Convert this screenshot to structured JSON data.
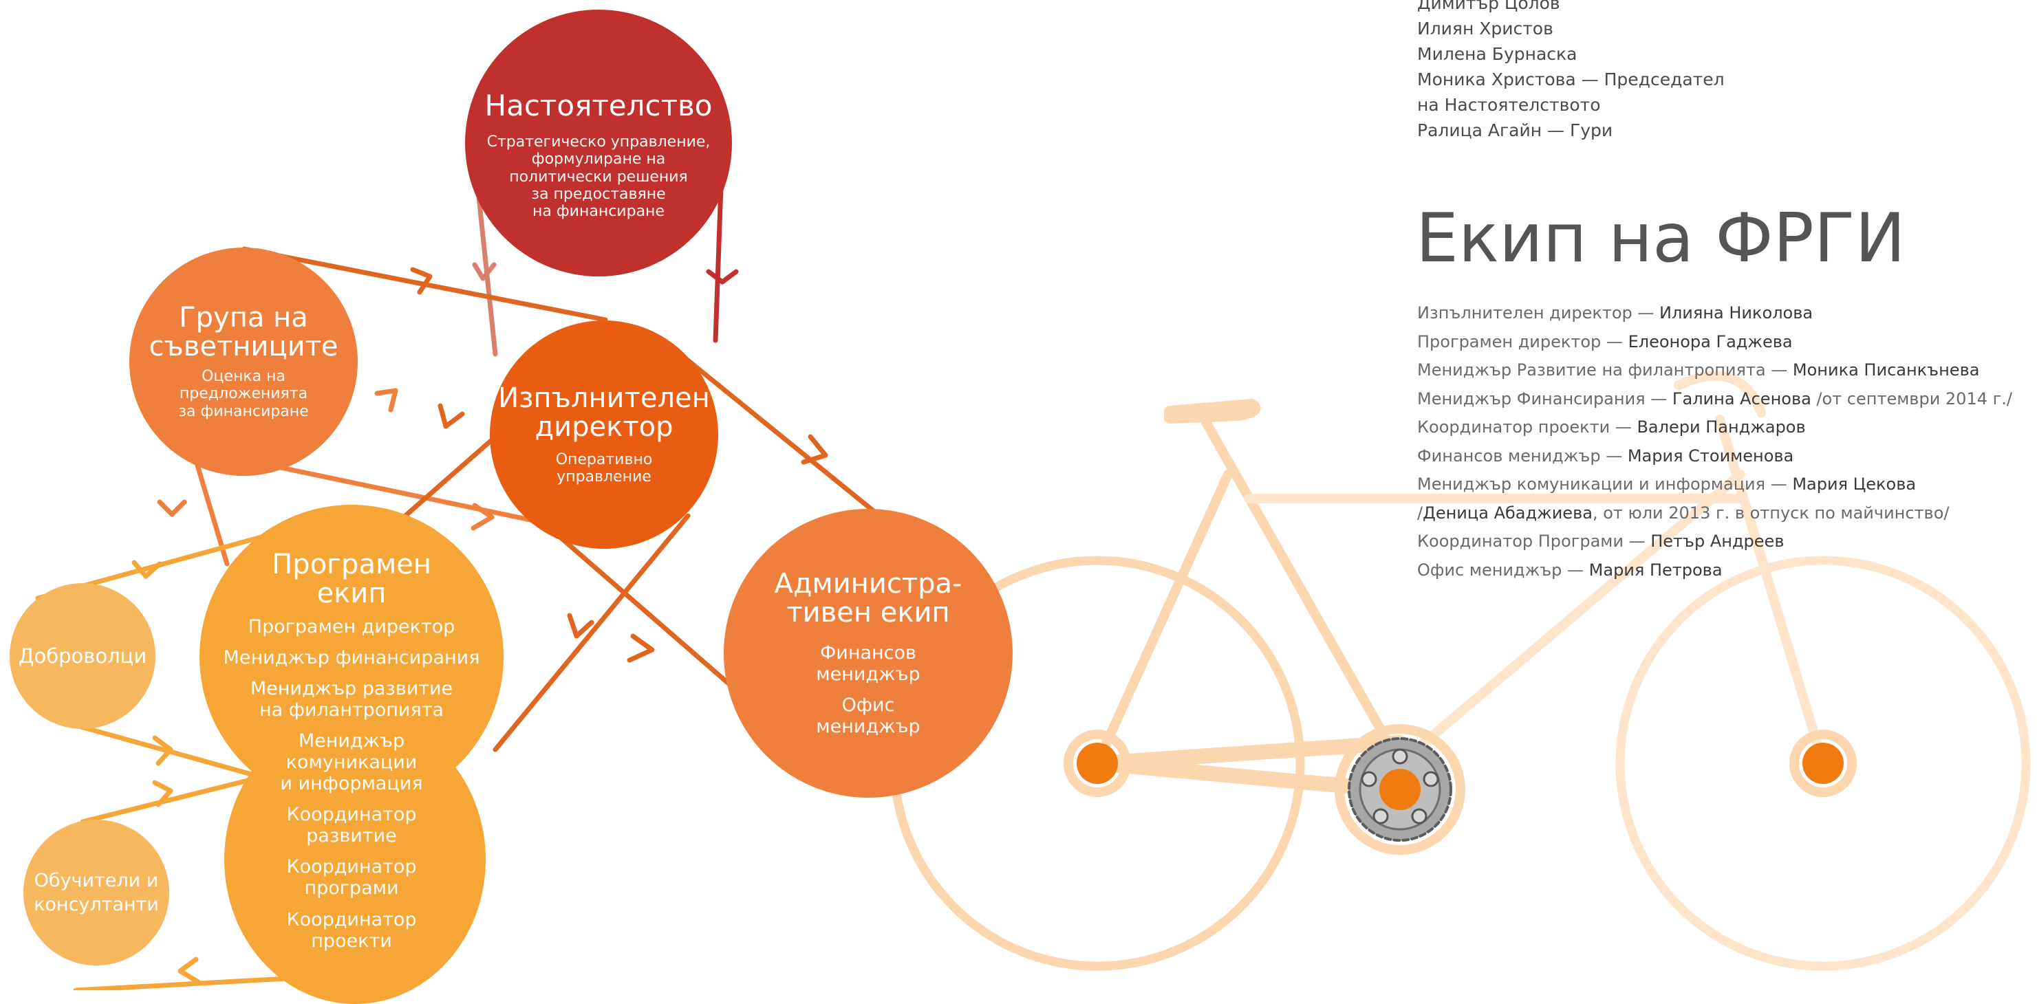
{
  "board_members": [
    "Димитър Цолов",
    "Илиян Христов",
    "Милена Бурнаска",
    "Моника Христова — Председател",
    "на Настоятелството",
    "Ралица Агайн — Гури"
  ],
  "team_title": "Екип на ФРГИ",
  "team": [
    {
      "role": "Изпълнителен директор — ",
      "name": "Илияна Николова",
      "extra": ""
    },
    {
      "role": "Програмен директор — ",
      "name": "Елеонора Гаджева",
      "extra": ""
    },
    {
      "role": "Мениджър Развитие на филантропията — ",
      "name": "Моника Писанкънева",
      "extra": ""
    },
    {
      "role": "Мениджър Финансирания — ",
      "name": "Галина Асенова",
      "extra": " /от септември 2014 г./"
    },
    {
      "role": "Координатор проекти — ",
      "name": "Валери Панджаров",
      "extra": ""
    },
    {
      "role": "Финансов мениджър — ",
      "name": "Мария Стоименова",
      "extra": ""
    },
    {
      "role": "Мениджър комуникации и информация — ",
      "name": "Мария Цекова",
      "extra": ""
    },
    {
      "role": "/",
      "name": "Деница Абаджиева",
      "extra": ", от юли 2013 г. в отпуск по майчинство/"
    },
    {
      "role": "Координатор Програми — ",
      "name": "Петър Андреев",
      "extra": ""
    },
    {
      "role": "Офис мениджър — ",
      "name": "Мария Петрова",
      "extra": ""
    }
  ],
  "nodes": {
    "board": {
      "title": "Настоятелство",
      "lines": [
        "Стратегическо управление,",
        "формулиране на",
        "политически решения",
        "за предоставяне",
        "на финансиране"
      ],
      "color": "#c0302c"
    },
    "advisors": {
      "title": "Група на съветниците",
      "lines": [
        "Оценка на",
        "предложенията",
        "за финансиране"
      ],
      "color": "#ef7f3c"
    },
    "director": {
      "title": "Изпълнителен директор",
      "lines": [
        "Оперативно",
        "управление"
      ],
      "color": "#e85d12"
    },
    "program": {
      "title": "Програмен екип",
      "lines": [
        "Програмен директор",
        "Мениджър финансирания",
        "Мениджър развитие",
        "на филантропията",
        "Мениджър",
        "комуникации",
        "и информация",
        "Координатор",
        "развитие",
        "Координатор",
        "програми",
        "Координатор",
        "проекти"
      ],
      "color": "#f5a637"
    },
    "admin": {
      "title": "Администра-тивен екип",
      "lines": [
        "Финансов",
        "мениджър",
        "Офис",
        "мениджър"
      ],
      "color": "#ef7f3c"
    },
    "volunteers": {
      "title": "Доброволци",
      "color": "#f7b75e"
    },
    "trainers": {
      "title": "Обучители и консултанти",
      "color": "#f7b75e"
    }
  }
}
